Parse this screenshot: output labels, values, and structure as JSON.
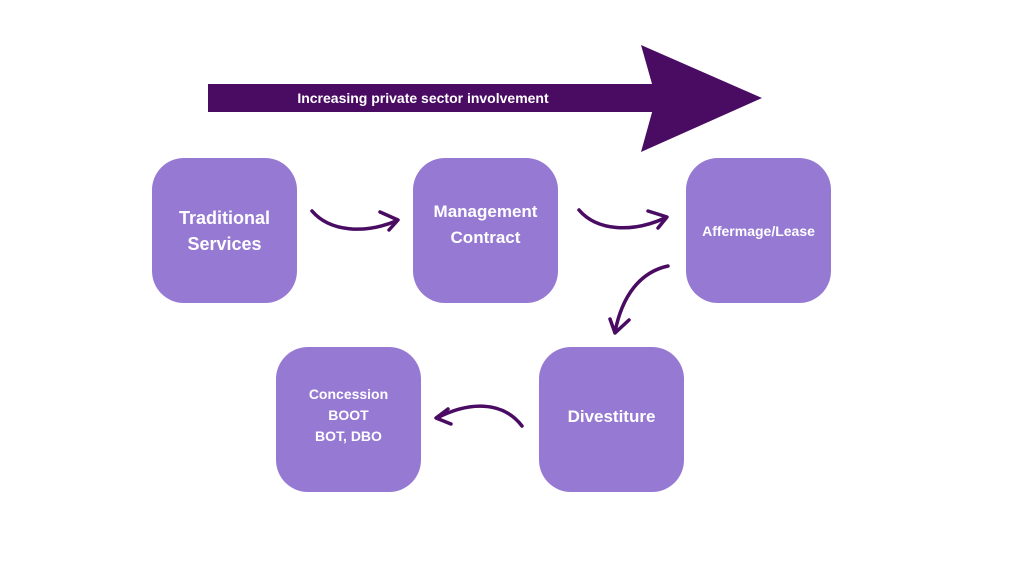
{
  "colors": {
    "box_fill": "#9679d3",
    "arrow": "#4a0c63",
    "text": "#ffffff",
    "background": "#ffffff"
  },
  "banner": {
    "label": "Increasing private sector involvement",
    "icon": "right-arrow-icon"
  },
  "stages": [
    {
      "id": "traditional-services",
      "label": "Traditional\nServices"
    },
    {
      "id": "management-contract",
      "label": "Management\nContract"
    },
    {
      "id": "affermage-lease",
      "label": "Affermage/Lease"
    },
    {
      "id": "concession",
      "label": "Concession\nBOOT\nBOT, DBO"
    },
    {
      "id": "divestiture",
      "label": "Divestiture"
    }
  ],
  "connectors": [
    {
      "from": "traditional-services",
      "to": "management-contract",
      "icon": "curved-arrow-icon"
    },
    {
      "from": "management-contract",
      "to": "affermage-lease",
      "icon": "curved-arrow-icon"
    },
    {
      "from": "affermage-lease",
      "to": "divestiture",
      "icon": "curved-arrow-icon"
    },
    {
      "from": "divestiture",
      "to": "concession",
      "icon": "curved-arrow-icon"
    }
  ]
}
